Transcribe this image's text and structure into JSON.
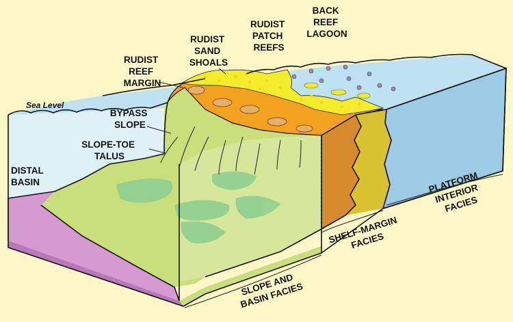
{
  "labels": {
    "sea_level": "Sea Level",
    "back_reef_lagoon": [
      "BACK",
      "REEF",
      "LAGOON"
    ],
    "rudist_patch_reefs": [
      "RUDIST",
      "PATCH",
      "REEFS"
    ],
    "rudist_sand_shoals": [
      "RUDIST",
      "SAND",
      "SHOALS"
    ],
    "rudist_reef_margin": [
      "RUDIST",
      "REEF",
      "MARGIN"
    ],
    "bypass_slope": [
      "BYPASS",
      "SLOPE"
    ],
    "slope_toe_talus": [
      "SLOPE-TOE",
      "TALUS"
    ],
    "distal_basin": [
      "DISTAL",
      "BASIN"
    ],
    "platform_interior_facies": [
      "PLATFORM",
      "INTERIOR",
      "FACIES"
    ],
    "shelf_margin_facies": [
      "SHELF-MARGIN",
      "FACIES"
    ],
    "slope_and_basin_facies": [
      "SLOPE AND",
      "BASIN FACIES"
    ]
  },
  "colors": {
    "background": "#fdf6c6",
    "seawater_front": "#dff0f6",
    "seawater_surface": "#bfe2f3",
    "platform_interior": "#9ccbe3",
    "shelf_margin_outer": "#d88b2c",
    "shelf_margin_inner": "#d9c22f",
    "slope": "#c9df7c",
    "slope_light": "#d6e69a",
    "debris": "#8fd090",
    "basin_floor": "#d59ad1",
    "reef_orange": "#f3a21f",
    "sand_yellow": "#f2ec2a"
  }
}
